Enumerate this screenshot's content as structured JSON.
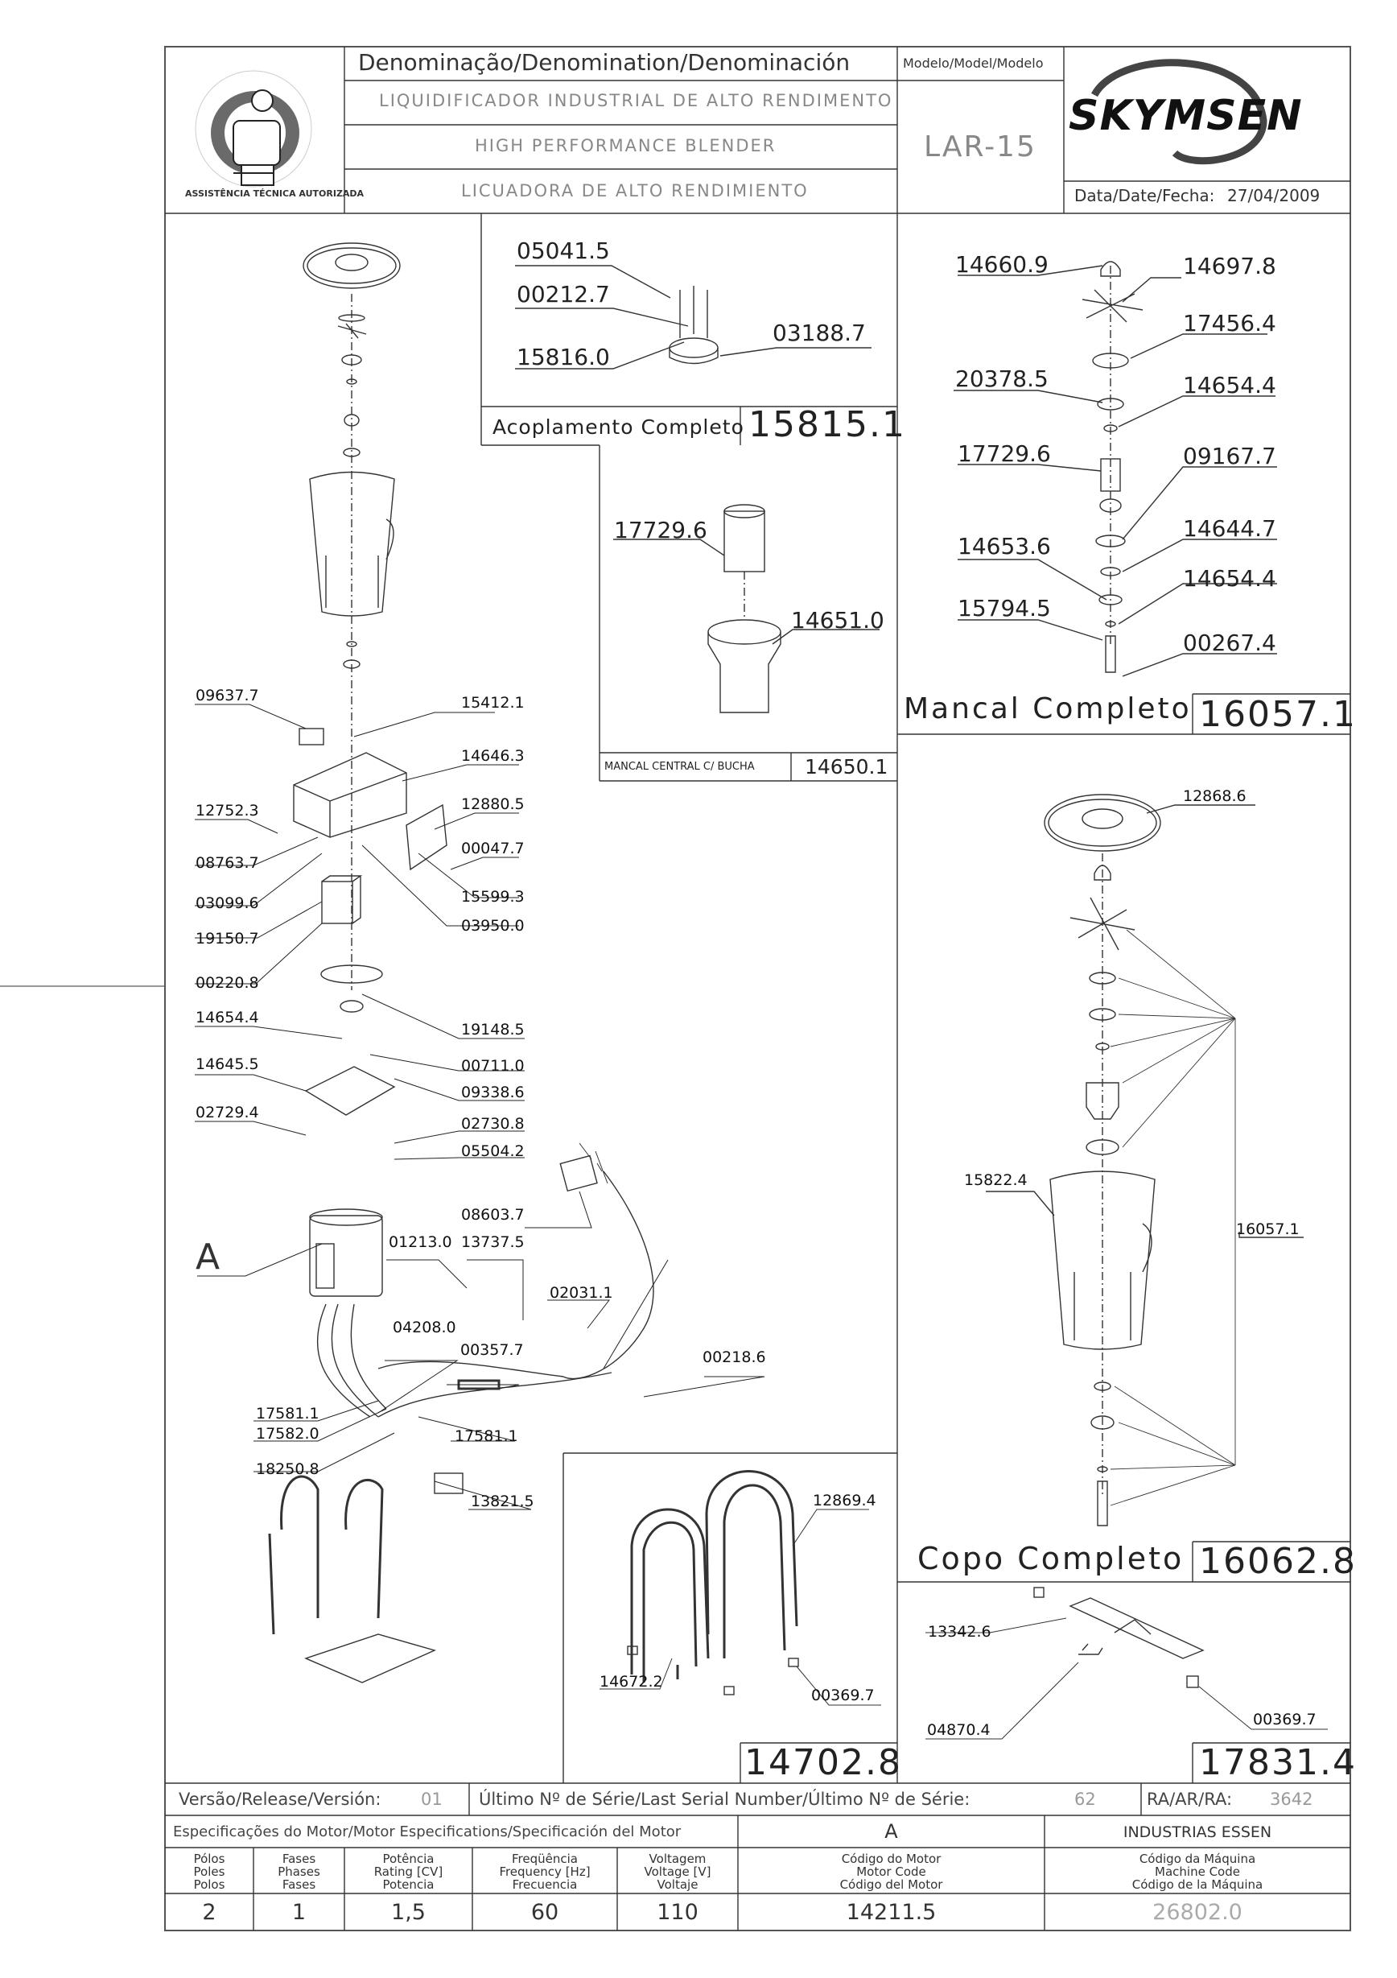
{
  "title_block": {
    "denomination_label": "Denominação/Denomination/Denominación",
    "name_pt": "LIQUIDIFICADOR INDUSTRIAL DE ALTO RENDIMENTO",
    "name_en": "HIGH PERFORMANCE BLENDER",
    "name_es": "LICUADORA DE ALTO RENDIMIENTO",
    "model_label": "Modelo/Model/Modelo",
    "model": "LAR-15",
    "date_label": "Data/Date/Fecha:",
    "date": "27/04/2009",
    "brand": "SKYMSEN",
    "seal_text": "ASSISTÊNCIA TÉCNICA AUTORIZADA"
  },
  "assemblies": {
    "coupling": {
      "title": "Acoplamento Completo",
      "code": "15815.1",
      "parts": [
        "05041.5",
        "00212.7",
        "15816.0",
        "03188.7"
      ]
    },
    "central_bearing": {
      "title": "MANCAL CENTRAL C/ BUCHA",
      "code": "14650.1",
      "parts": [
        "17729.6",
        "14651.0"
      ]
    },
    "bearing": {
      "title": "Mancal Completo",
      "code": "16057.1",
      "parts": [
        "14660.9",
        "14697.8",
        "17456.4",
        "20378.5",
        "14654.4",
        "17729.6",
        "09167.7",
        "14644.7",
        "14653.6",
        "14654.4",
        "15794.5",
        "00267.4"
      ]
    },
    "cup": {
      "title": "Copo Completo",
      "code": "16062.8",
      "parts": [
        "12868.6",
        "15822.4",
        "16057.1"
      ]
    },
    "stand": {
      "code": "14702.8",
      "parts": [
        "12869.4",
        "14672.2",
        "00369.7"
      ]
    },
    "foot": {
      "code": "17831.4",
      "parts": [
        "13342.6",
        "04870.4",
        "00369.7"
      ]
    }
  },
  "main_parts": [
    "09637.7",
    "15412.1",
    "14646.3",
    "12752.3",
    "12880.5",
    "08763.7",
    "00047.7",
    "03099.6",
    "15599.3",
    "19150.7",
    "03950.0",
    "00220.8",
    "14654.4",
    "19148.5",
    "14645.5",
    "00711.0",
    "09338.6",
    "02729.4",
    "02730.8",
    "05504.2",
    "08603.7",
    "A",
    "01213.0",
    "13737.5",
    "02031.1",
    "04208.0",
    "00357.7",
    "00218.6",
    "17581.1",
    "17582.0",
    "18250.8",
    "17581.1",
    "13821.5"
  ],
  "footer": {
    "version_label": "Versão/Release/Versión:",
    "version": "01",
    "serial_label": "Último Nº de Série/Last Serial Number/Último Nº de Série:",
    "serial": "62",
    "ra_label": "RA/AR/RA:",
    "ra": "3642",
    "motor_spec_label": "Especificações do Motor/Motor Especifications/Specificación del Motor",
    "motor_ref": "A",
    "manufacturer": "INDUSTRIAS ESSEN",
    "columns": [
      {
        "lines": [
          "Pólos",
          "Poles",
          "Polos"
        ],
        "value": "2"
      },
      {
        "lines": [
          "Fases",
          "Phases",
          "Fases"
        ],
        "value": "1"
      },
      {
        "lines": [
          "Potência",
          "Rating [CV]",
          "Potencia"
        ],
        "value": "1,5"
      },
      {
        "lines": [
          "Freqüência",
          "Frequency [Hz]",
          "Frecuencia"
        ],
        "value": "60"
      },
      {
        "lines": [
          "Voltagem",
          "Voltage [V]",
          "Voltaje"
        ],
        "value": "110"
      },
      {
        "lines": [
          "Código do Motor",
          "Motor Code",
          "Código del Motor"
        ],
        "value": "14211.5"
      },
      {
        "lines": [
          "Código da Máquina",
          "Machine Code",
          "Código de la Máquina"
        ],
        "value": "26802.0"
      }
    ]
  }
}
